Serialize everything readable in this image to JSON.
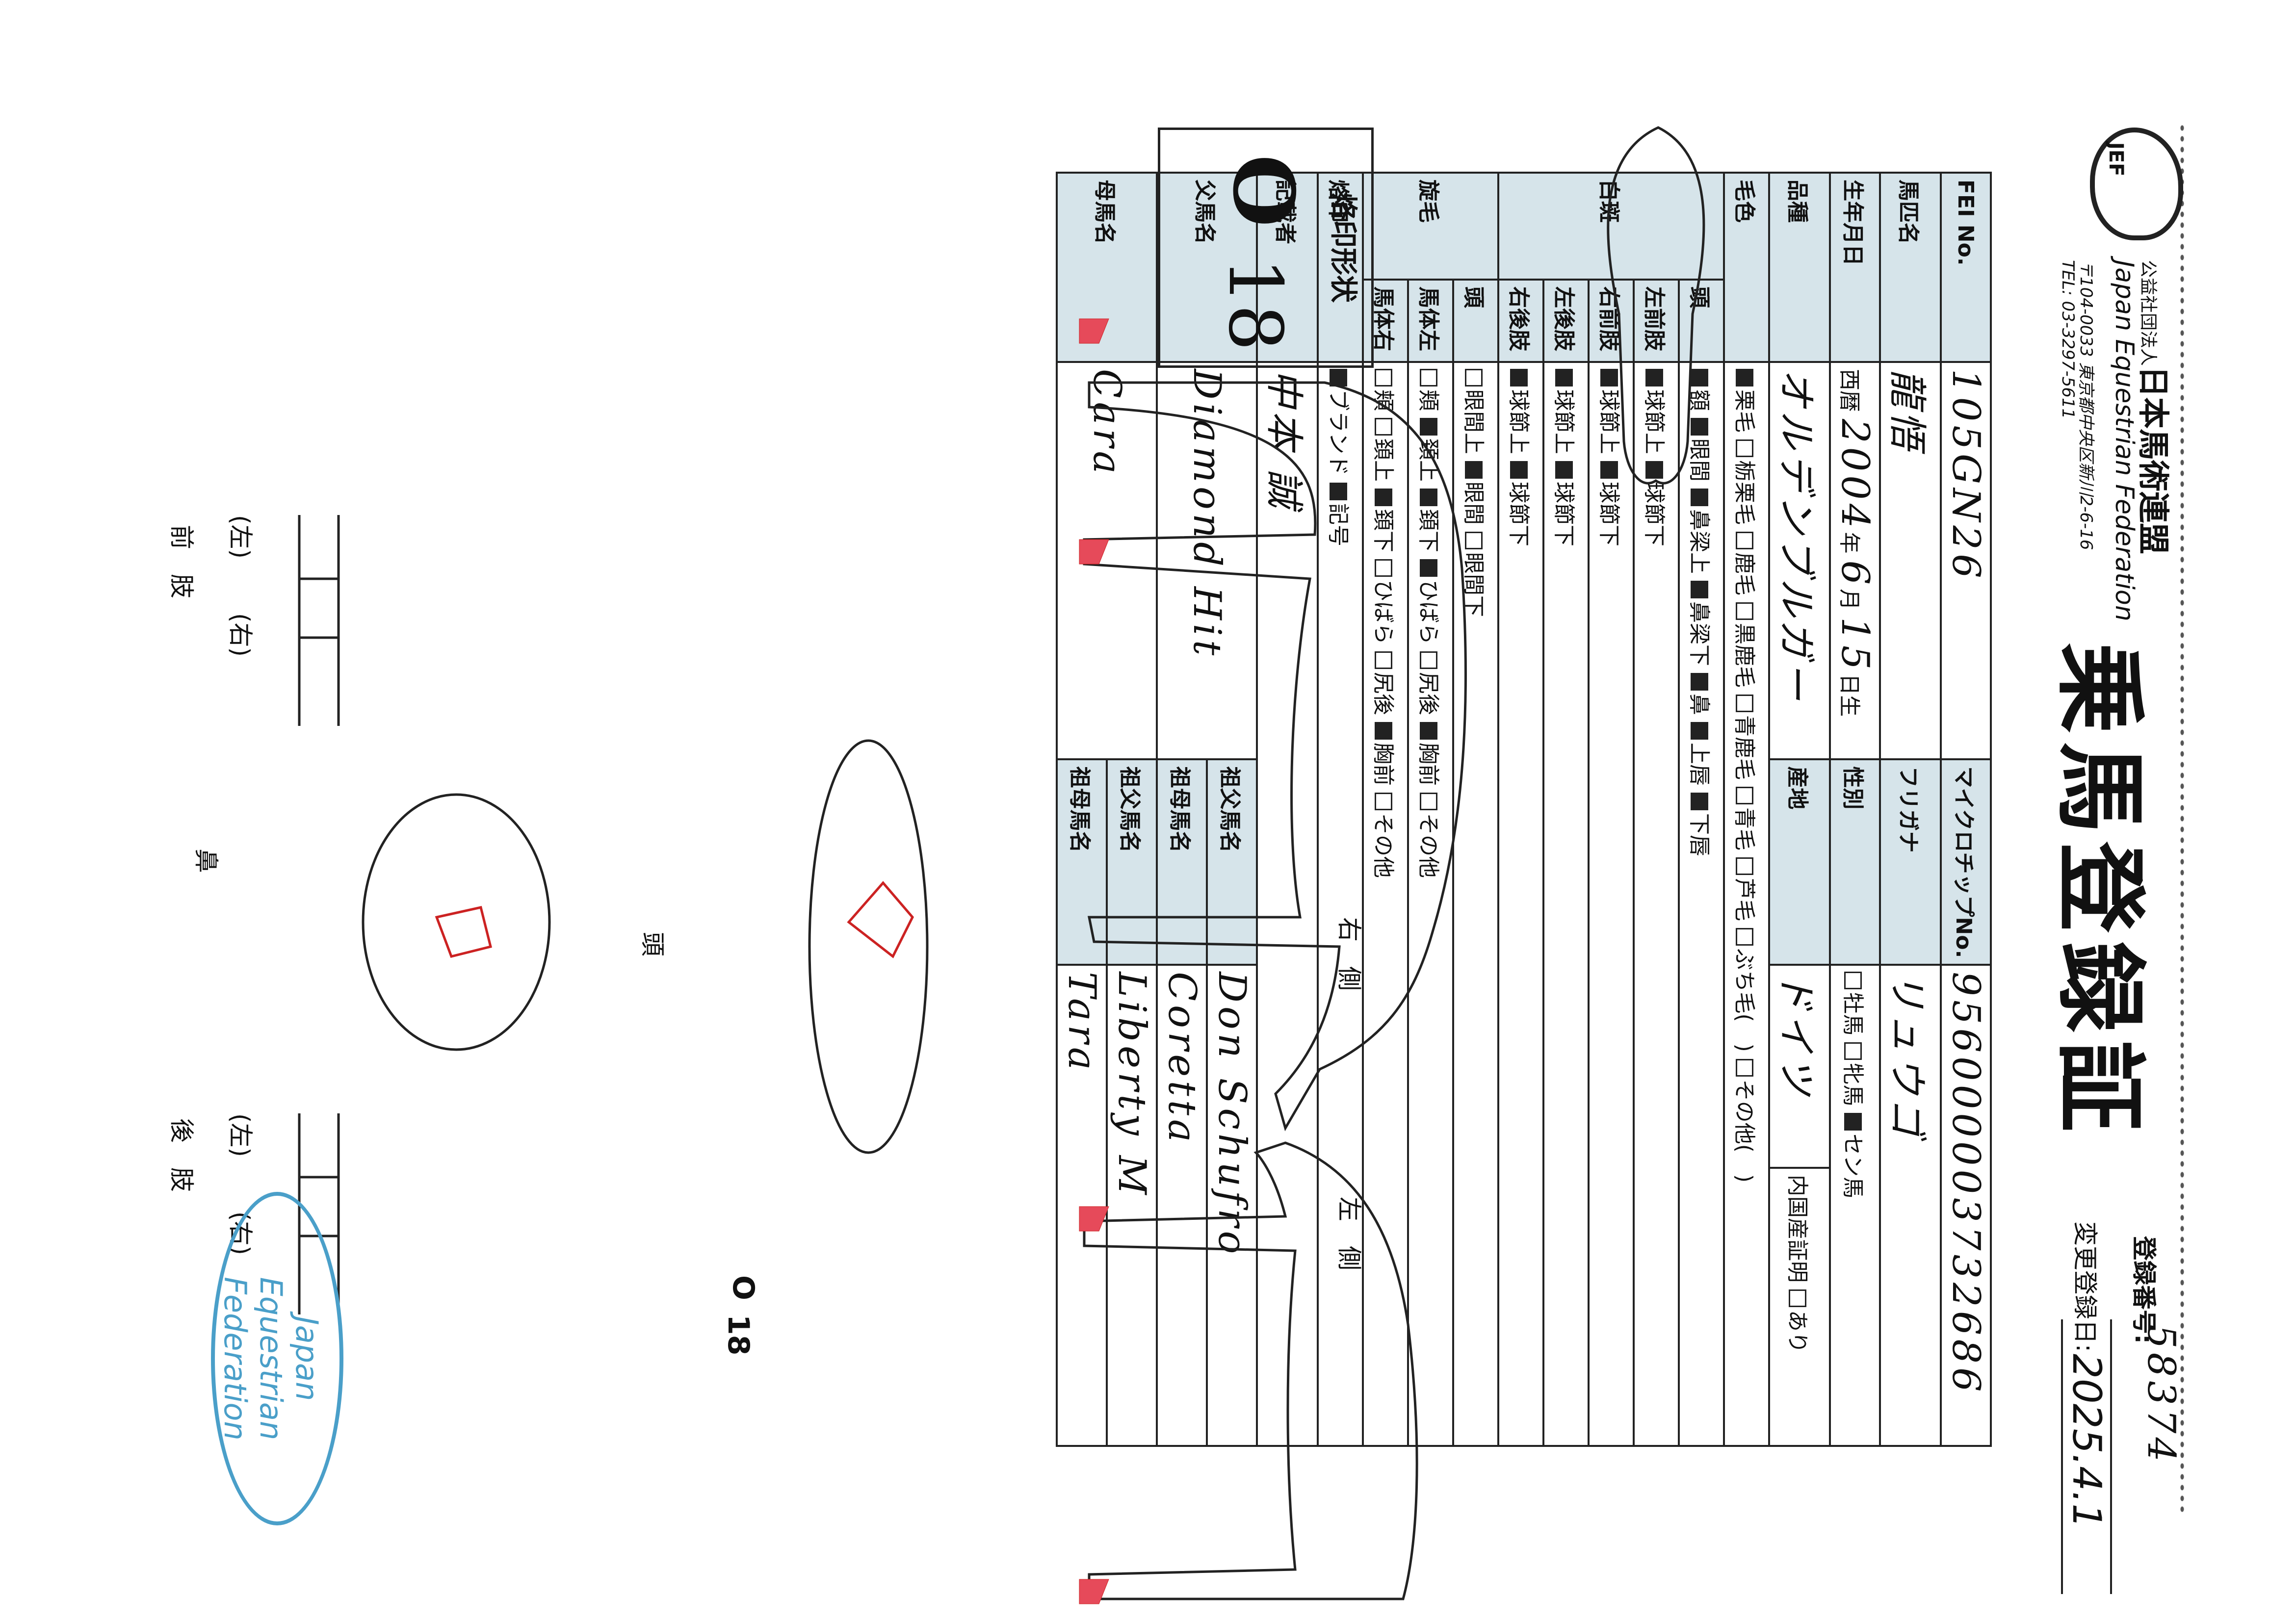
{
  "header": {
    "org_prefix": "公益社団法人",
    "org_ja": "日本馬術連盟",
    "org_en": "Japan Equestrian Federation",
    "address": "〒104-0033 東京都中央区新川2-6-16",
    "tel": "TEL: 03-3297-5611",
    "logo_text": "JEF",
    "title": "乗馬登録証",
    "reg_no_label": "登録番号:",
    "reg_no_value": "58374",
    "reg_date_label": "変更登録日:",
    "reg_date_value": "2025.4.1"
  },
  "fields": {
    "fei_no": {
      "label": "FEI No.",
      "value": "105GN26"
    },
    "microchip": {
      "label": "マイクロチップNo.",
      "value": "956000003732686"
    },
    "horse_name": {
      "label": "馬匹名",
      "value": "龍悟"
    },
    "furigana": {
      "label": "フリガナ",
      "value": "リュウゴ"
    },
    "birth": {
      "label": "生年月日",
      "era": "西暦",
      "year": "2004",
      "year_unit": "年",
      "month": "6",
      "month_unit": "月",
      "day": "15",
      "day_unit": "日生"
    },
    "sex": {
      "label": "性別",
      "options": [
        "牡馬",
        "牝馬",
        "セン馬"
      ],
      "selected": "セン馬"
    },
    "breed": {
      "label": "品種",
      "value": "オルデンブルガー"
    },
    "origin": {
      "label": "産地",
      "value": "ドイツ"
    },
    "domestic_cert": {
      "label": "内国産証明",
      "options": [
        "あり"
      ]
    },
    "coat": {
      "label": "毛色",
      "options": [
        "栗毛",
        "栃栗毛",
        "鹿毛",
        "黒鹿毛",
        "青鹿毛",
        "青毛",
        "芦毛",
        "ぶち毛(",
        ")",
        "その他(",
        ")"
      ],
      "selected": "栗毛"
    },
    "white_marks": {
      "label": "白斑",
      "rows": [
        {
          "part": "頭",
          "options": [
            "額",
            "眼間",
            "鼻梁上",
            "鼻梁下",
            "鼻",
            "上唇",
            "下唇"
          ]
        },
        {
          "part": "左前肢",
          "options": [
            "球節上",
            "球節下"
          ]
        },
        {
          "part": "右前肢",
          "options": [
            "球節上",
            "球節下"
          ]
        },
        {
          "part": "左後肢",
          "options": [
            "球節上",
            "球節下"
          ]
        },
        {
          "part": "右後肢",
          "options": [
            "球節上",
            "球節下"
          ]
        }
      ]
    },
    "whorls": {
      "label": "旋毛",
      "rows": [
        {
          "part": "頭",
          "options": [
            "眼間上",
            "眼間",
            "眼間下"
          ]
        },
        {
          "part": "馬体左",
          "options": [
            "頬",
            "頚上",
            "頚下",
            "ひばら",
            "尻後",
            "胸前",
            "その他"
          ]
        },
        {
          "part": "馬体右",
          "options": [
            "頬",
            "頚上",
            "頚下",
            "ひばら",
            "尻後",
            "胸前",
            "その他"
          ]
        }
      ]
    },
    "brand": {
      "label": "烙印",
      "options": [
        "ブランド",
        "記号"
      ]
    },
    "recorder": {
      "label": "記載者",
      "value": "中本 誠"
    },
    "sire": {
      "label": "父馬名",
      "value": "Diamond Hit"
    },
    "dam": {
      "label": "母馬名",
      "value": "Cara"
    },
    "grand_sire_p": {
      "label": "祖父馬名",
      "value": "Don Schufro"
    },
    "grand_dam_p": {
      "label": "祖母馬名",
      "value": "Coretta"
    },
    "grand_sire_m": {
      "label": "祖父馬名",
      "value": "Liberty M"
    },
    "grand_dam_m": {
      "label": "祖母馬名",
      "value": "Tara"
    }
  },
  "brand_shape": {
    "title": "烙印形状",
    "mark": "O",
    "number": "18"
  },
  "diagram": {
    "right_side": "右　側",
    "left_side": "左　側",
    "head": "頭",
    "nose": "鼻",
    "fore_legs": "前　肢",
    "hind_legs": "後　肢",
    "left": "(左)",
    "right": "(右)",
    "body_brand": "18",
    "body_brand_mark": "O"
  },
  "seal": {
    "line1": "Japan",
    "line2": "Equestrian",
    "line3": "Federation"
  }
}
